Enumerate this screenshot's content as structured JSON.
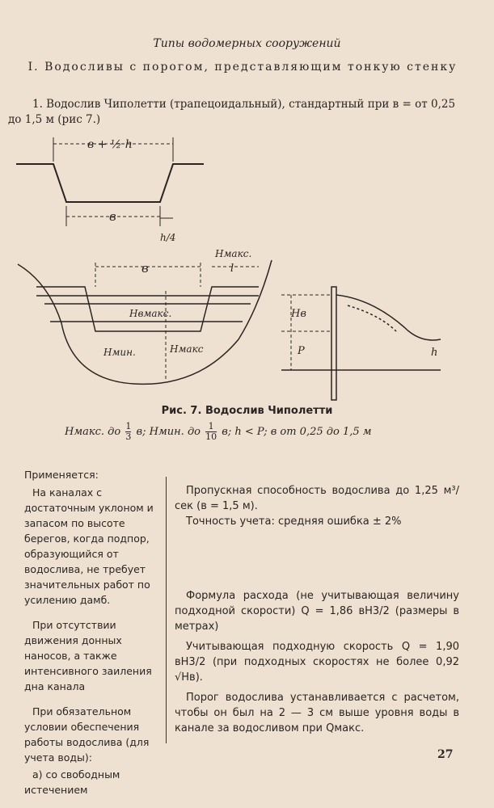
{
  "header": {
    "title": "Типы водомерных сооружений",
    "section_title": "I. Водосливы с порогом, представляющим тонкую стенку"
  },
  "intro": "1. Водослив Чиполетти (трапецоидальный), стандартный при в = от 0,25 до 1,5 м (рис 7.)",
  "figure": {
    "top_dim": "в + ½ h",
    "bottom_dim": "в",
    "slope_label": "h/4",
    "section_b": "в",
    "h_max_top": "Hмакс.",
    "ell": "l",
    "hv_max": "Нвмакс.",
    "h_min": "Hмин.",
    "h_max_low": "Hмакс",
    "hv_side": "Нв",
    "p_side": "Р",
    "h_side": "h",
    "caption": "Рис. 7. Водослив Чиполетти",
    "formula_h_max": "Нмакс. до",
    "frac1_num": "1",
    "frac1_den": "3",
    "formula_v1": "в;",
    "formula_h_min": "Нмин. до",
    "frac2_num": "1",
    "frac2_den": "10",
    "formula_rest": "в;  h < P;  в  от  0,25  до  1,5  м"
  },
  "left_column": {
    "heading": "Применяется:",
    "p1": "На каналах с достаточным уклоном и запасом по высоте берегов, когда подпор, образующийся от водослива, не требует значительных работ по усилению дамб.",
    "p2": "При отсутствии движения донных наносов, а также интенсивного заиления дна канала",
    "p3": "При обязательном условии обеспечения работы водослива (для учета воды):",
    "p4": "а) со свободным истечением"
  },
  "right_column": {
    "p1": "Пропускная способность водослива до 1,25 м³/сек (в = 1,5 м).",
    "p2": "Точность учета: средняя ошибка ± 2%",
    "p3": "Формула расхода (не учитывающая величину подходной скорости) Q = 1,86 вH3/2 (размеры в метрах)",
    "p4": "Учитывающая подходную скорость Q = 1,90 вH3/2 (при подходных скоростях не более 0,92 √Hв).",
    "p5": "Порог водослива устанавливается с расчетом, чтобы он был на 2 — 3 см выше уровня воды в канале за водосливом при Qмакс."
  },
  "page_number": "27",
  "colors": {
    "paper": "#efe1d2",
    "ink": "#2a2522"
  }
}
